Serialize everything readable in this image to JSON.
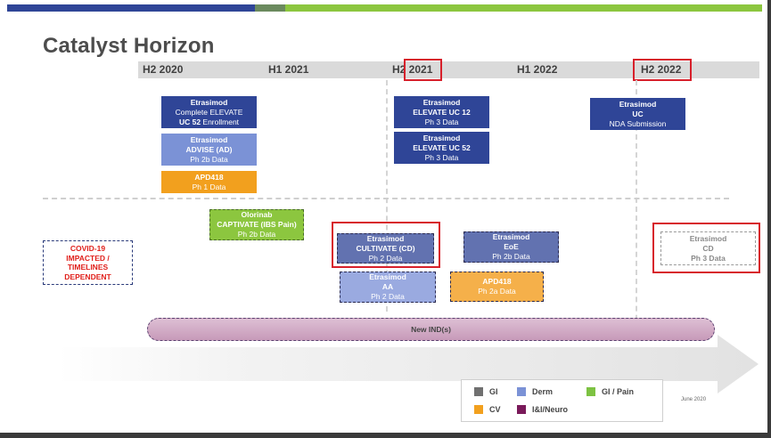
{
  "slide": {
    "title": "Catalyst Horizon",
    "date": "June 2020",
    "accent_colors": {
      "bar_left": "#2f4597",
      "bar_mid": "#6b8a5e",
      "bar_right": "#8cc63f",
      "highlight_red": "#d7202b"
    }
  },
  "timeline": {
    "periods": [
      "H2 2020",
      "H1 2021",
      "H2 2021",
      "H1 2022",
      "H2 2022"
    ],
    "highlighted_periods": [
      "H2 2021",
      "H2 2022"
    ]
  },
  "milestones": {
    "elevate_enroll": {
      "l1": "Etrasimod",
      "l2": "Complete ELEVATE",
      "l3a": "UC 52",
      "l3b": " Enrollment"
    },
    "advise": {
      "l1": "Etrasimod",
      "l2": "ADVISE (AD)",
      "l3": "Ph 2b Data"
    },
    "apd418_ph1": {
      "l1": "APD418",
      "l2": "Ph 1 Data"
    },
    "elevate12": {
      "l1": "Etrasimod",
      "l2": "ELEVATE UC 12",
      "l3": "Ph 3 Data"
    },
    "elevate52": {
      "l1": "Etrasimod",
      "l2": "ELEVATE UC 52",
      "l3": "Ph 3 Data"
    },
    "nda": {
      "l1": "Etrasimod",
      "l2": "UC",
      "l3": "NDA Submission"
    },
    "olorinab": {
      "l1": "Olorinab",
      "l2": "CAPTIVATE (IBS Pain)",
      "l3": "Ph 2b Data"
    },
    "cultivate": {
      "l1": "Etrasimod",
      "l2": "CULTIVATE (CD)",
      "l3": "Ph 2 Data"
    },
    "aa": {
      "l1": "Etrasimod",
      "l2": "AA",
      "l3": "Ph 2 Data"
    },
    "eoe": {
      "l1": "Etrasimod",
      "l2": "EoE",
      "l3": "Ph 2b Data"
    },
    "apd418_ph2a": {
      "l1": "APD418",
      "l2": "Ph 2a Data"
    },
    "cd_ph3": {
      "l1": "Etrasimod",
      "l2": "CD",
      "l3": "Ph 3 Data"
    }
  },
  "covid_note": {
    "l1": "COVID-19",
    "l2": "IMPACTED /",
    "l3": "TIMELINES",
    "l4": "DEPENDENT"
  },
  "new_ind": "New IND(s)",
  "legend": [
    {
      "label": "GI",
      "color": "#707070"
    },
    {
      "label": "Derm",
      "color": "#7b92d6"
    },
    {
      "label": "GI / Pain",
      "color": "#7dc242"
    },
    {
      "label": "CV",
      "color": "#f2a01e"
    },
    {
      "label": "I&I/Neuro",
      "color": "#7a1a5a"
    }
  ]
}
